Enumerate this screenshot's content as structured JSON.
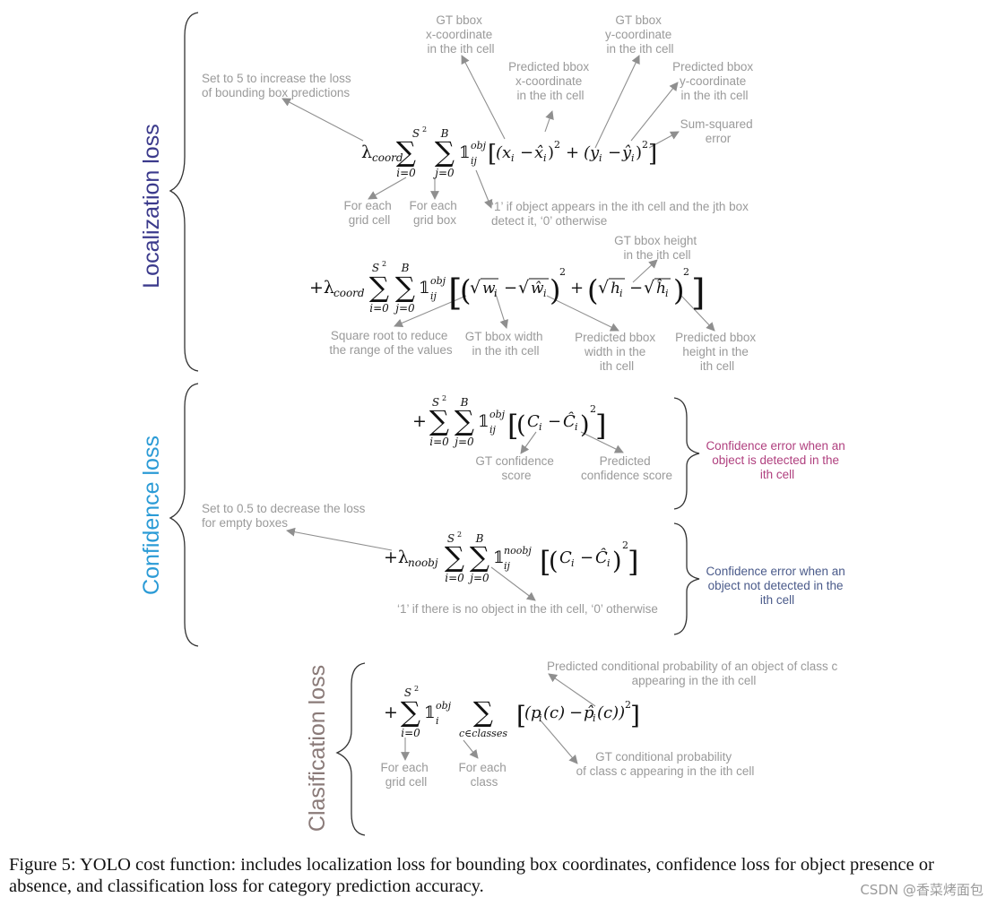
{
  "sections": {
    "localization": {
      "label": "Localization loss",
      "color": "#3b3a8c"
    },
    "confidence": {
      "label": "Confidence loss",
      "color": "#2b9bd6"
    },
    "classification": {
      "label": "Clasification loss",
      "color": "#8a7a78"
    }
  },
  "annotations": {
    "gt_x": [
      "GT bbox",
      "x-coordinate",
      "in the ith cell"
    ],
    "gt_y": [
      "GT bbox",
      "y-coordinate",
      "in the ith cell"
    ],
    "pred_x": [
      "Predicted bbox",
      "x-coordinate",
      "in the ith cell"
    ],
    "pred_y": [
      "Predicted bbox",
      "y-coordinate",
      "in the ith cell"
    ],
    "sum_sq": [
      "Sum-squared",
      "error"
    ],
    "lambda_coord": [
      "Set to 5 to increase the loss",
      "of bounding box predictions"
    ],
    "each_cell_1": [
      "For each",
      "grid cell"
    ],
    "each_box_1": [
      "For each",
      "grid box"
    ],
    "obj_ind": [
      "‘1’ if object appears in the ith cell and the jth box",
      "detect it, ‘0’ otherwise"
    ],
    "gt_h": [
      "GT bbox height",
      "in the ith cell"
    ],
    "sqrt_note": [
      "Square root to reduce",
      "the range of the values"
    ],
    "gt_w": [
      "GT bbox width",
      "in the ith cell"
    ],
    "pred_w": [
      "Predicted bbox",
      "width in the",
      "ith cell"
    ],
    "pred_h": [
      "Predicted bbox",
      "height in the",
      "ith cell"
    ],
    "gt_conf": [
      "GT confidence",
      "score"
    ],
    "pred_conf": [
      "Predicted",
      "confidence score"
    ],
    "conf_err_obj": [
      "Confidence error when an",
      "object is detected in the",
      "ith cell"
    ],
    "lambda_noobj": [
      "Set to 0.5 to decrease the loss",
      "for empty boxes"
    ],
    "noobj_ind": [
      "‘1’ if there is no object in the ith cell, ‘0’ otherwise"
    ],
    "conf_err_noobj": [
      "Confidence error when an",
      "object not detected in the",
      "ith cell"
    ],
    "pred_prob": [
      "Predicted conditional probability of an object of class c",
      "appearing in the ith cell"
    ],
    "each_cell_3": [
      "For each",
      "grid cell"
    ],
    "each_class": [
      "For each",
      "class"
    ],
    "gt_prob": [
      "GT conditional probability",
      "of class c appearing in the ith cell"
    ]
  },
  "annotation_colors": {
    "default": "#9a9a9a",
    "conf_err_obj": "#b0407f",
    "conf_err_noobj": "#4a5a8a"
  },
  "caption": "Figure 5: YOLO cost function: includes localization loss for bounding box coordinates, confidence loss for object presence or absence, and classification loss for category prediction accuracy.",
  "watermark": "CSDN @香菜烤面包"
}
